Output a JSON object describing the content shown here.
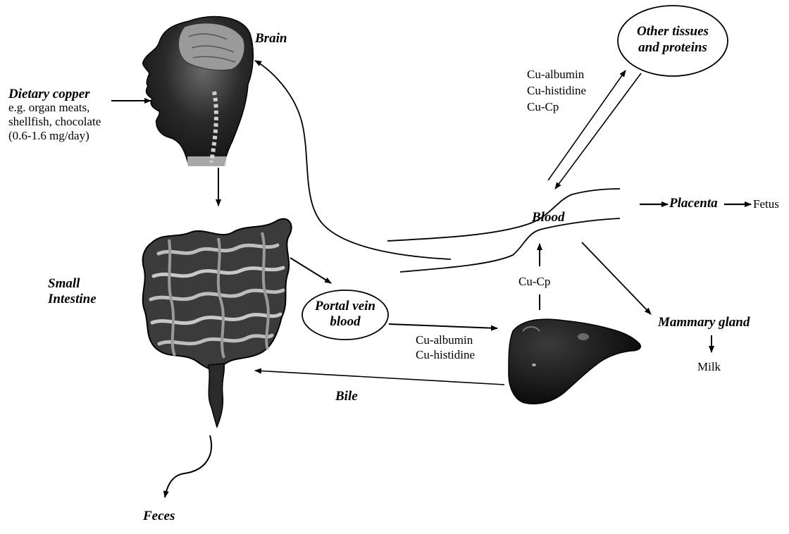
{
  "labels": {
    "brain": "Brain",
    "dietary_title": "Dietary copper",
    "dietary_sources_1": "e.g. organ meats,",
    "dietary_sources_2": "shellfish, chocolate",
    "dietary_amount": "(0.6-1.6 mg/day)",
    "small_intestine_1": "Small",
    "small_intestine_2": "Intestine",
    "feces": "Feces",
    "portal_vein_1": "Portal vein",
    "portal_vein_2": "blood",
    "liver_to_portal_1": "Cu-albumin",
    "liver_to_portal_2": "Cu-histidine",
    "bile": "Bile",
    "liver_to_blood": "Cu-Cp",
    "blood": "Blood",
    "other_tissues_1": "Other tissues",
    "other_tissues_2": "and proteins",
    "blood_carriers_1": "Cu-albumin",
    "blood_carriers_2": "Cu-histidine",
    "blood_carriers_3": "Cu-Cp",
    "placenta": "Placenta",
    "fetus": "Fetus",
    "mammary_gland": "Mammary gland",
    "milk": "Milk"
  }
}
